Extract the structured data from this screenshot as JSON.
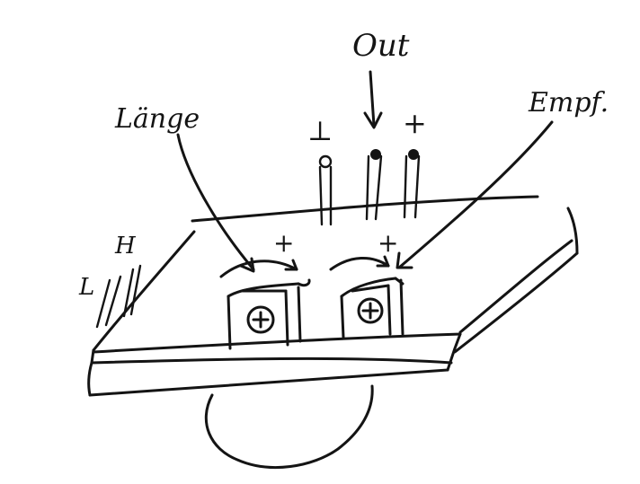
{
  "labels": {
    "out": "Out",
    "laenge": "Länge",
    "empf": "Empf.",
    "ground": "⊥",
    "plus_pin": "+",
    "plus_left": "+",
    "plus_right": "+",
    "h_label": "H",
    "l_label": "L"
  },
  "colors": {
    "ink": "#141414",
    "paper": "#ffffff"
  }
}
